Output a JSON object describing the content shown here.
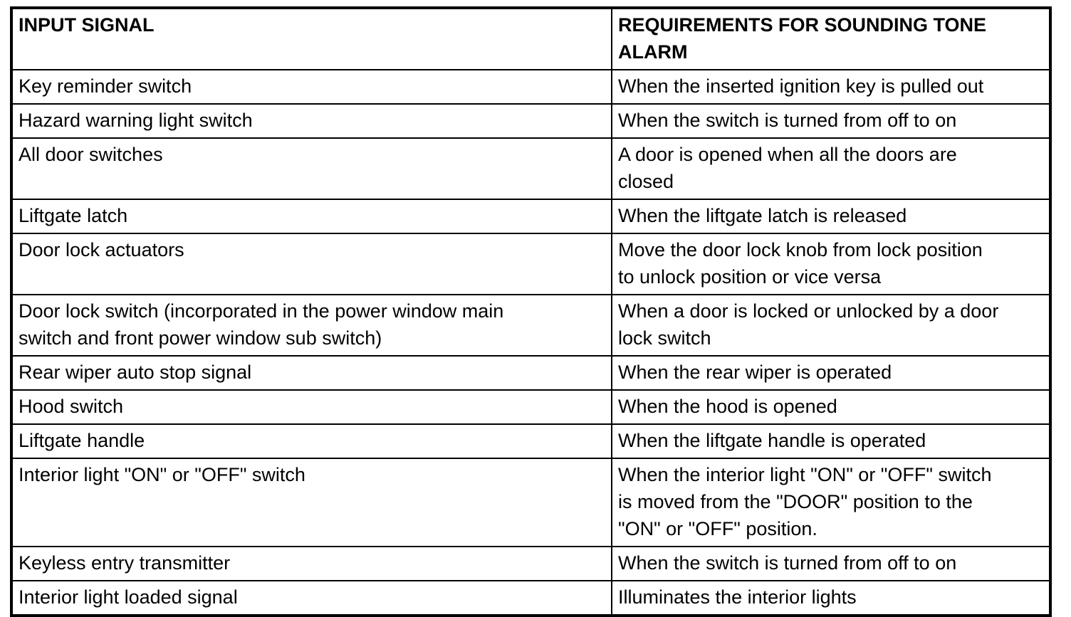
{
  "table": {
    "columns": [
      "INPUT SIGNAL",
      "REQUIREMENTS FOR SOUNDING TONE\nALARM"
    ],
    "rows": [
      {
        "input": "Key reminder switch",
        "requirement": "When the inserted ignition key is pulled out"
      },
      {
        "input": "Hazard warning light switch",
        "requirement": "When the switch is turned from off to on"
      },
      {
        "input": "All door switches",
        "requirement": "A door is opened when all the doors are\nclosed"
      },
      {
        "input": "Liftgate latch",
        "requirement": "When the liftgate latch is released"
      },
      {
        "input": "Door lock actuators",
        "requirement": "Move the door lock knob from lock position\nto unlock position or vice versa"
      },
      {
        "input": "Door lock switch (incorporated in the power window main\nswitch and front power window sub switch)",
        "requirement": "When a door is locked or unlocked by a door\nlock switch"
      },
      {
        "input": "Rear wiper auto stop signal",
        "requirement": "When the rear wiper is operated"
      },
      {
        "input": "Hood switch",
        "requirement": "When the hood is opened"
      },
      {
        "input": "Liftgate handle",
        "requirement": "When the liftgate handle is operated"
      },
      {
        "input": "Interior light \"ON\" or \"OFF\" switch",
        "requirement": "When the interior light \"ON\" or \"OFF\" switch\nis moved from the \"DOOR\" position to the\n\"ON\" or \"OFF\" position."
      },
      {
        "input": "Keyless entry transmitter",
        "requirement": "When the switch is turned from off to on"
      },
      {
        "input": "Interior light loaded signal",
        "requirement": "Illuminates the interior lights"
      }
    ]
  }
}
